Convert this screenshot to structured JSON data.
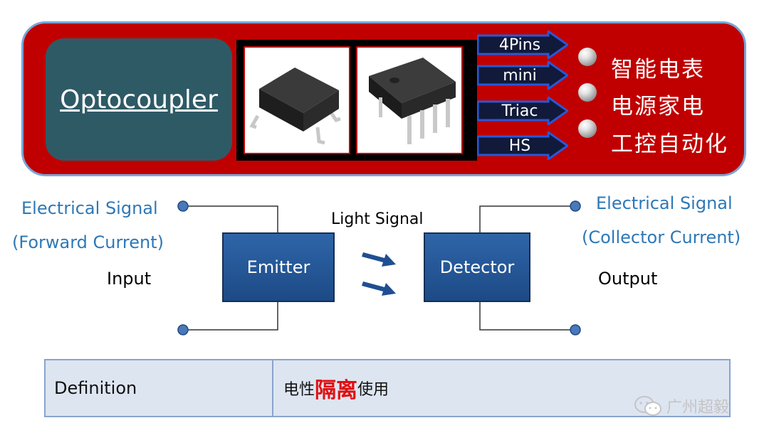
{
  "banner": {
    "title": "Optocoupler",
    "package_tags": [
      "4Pins",
      "mini",
      "Triac",
      "HS"
    ],
    "applications": [
      "智能电表",
      "电源家电",
      "工控自动化"
    ],
    "colors": {
      "banner_red": "#c00000",
      "title_box": "#2e5a66",
      "arrow_blue": "#2a57d6"
    }
  },
  "diagram": {
    "input_signal_line1": "Electrical Signal",
    "input_signal_line2": "(Forward Current)",
    "input_label": "Input",
    "output_signal_line1": "Electrical Signal",
    "output_signal_line2": "(Collector Current)",
    "output_label": "Output",
    "light_label": "Light Signal",
    "emitter": "Emitter",
    "detector": "Detector",
    "colors": {
      "signal_text": "#2e78b6",
      "block": "#2e65a8"
    }
  },
  "definition": {
    "label": "Definition",
    "value_pre": "电性",
    "value_emph": "隔离",
    "value_post": "使用"
  },
  "watermark": {
    "text": "广州超毅",
    "icon": "wechat-icon"
  }
}
